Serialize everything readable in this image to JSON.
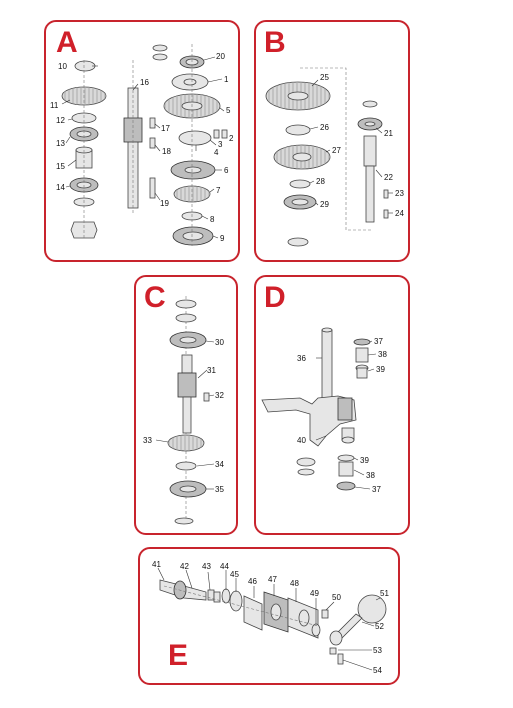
{
  "panels": [
    {
      "id": "A",
      "letter": "A",
      "labels": [
        "1",
        "2",
        "3",
        "4",
        "5",
        "6",
        "7",
        "8",
        "9",
        "10",
        "11",
        "12",
        "13",
        "14",
        "15",
        "16",
        "17",
        "18",
        "19",
        "20"
      ]
    },
    {
      "id": "B",
      "letter": "B",
      "labels": [
        "21",
        "22",
        "23",
        "24",
        "25",
        "26",
        "27",
        "28",
        "29"
      ]
    },
    {
      "id": "C",
      "letter": "C",
      "labels": [
        "30",
        "31",
        "32",
        "33",
        "34",
        "35"
      ]
    },
    {
      "id": "D",
      "letter": "D",
      "labels": [
        "36",
        "37",
        "38",
        "39",
        "40",
        "39",
        "38",
        "37"
      ]
    },
    {
      "id": "E",
      "letter": "E",
      "labels": [
        "41",
        "42",
        "43",
        "44",
        "45",
        "46",
        "47",
        "48",
        "49",
        "50",
        "51",
        "52",
        "53",
        "54"
      ]
    }
  ],
  "colors": {
    "accent": "#d0202a",
    "border": "#c8242d"
  }
}
